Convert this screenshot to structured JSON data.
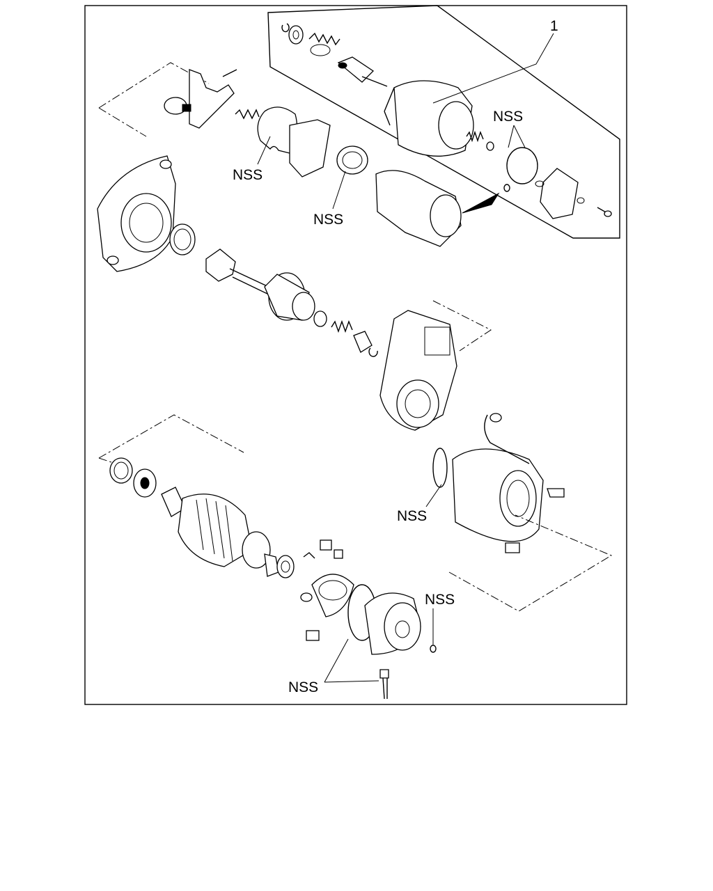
{
  "labels": {
    "item_number": "1",
    "nss_1": "NSS",
    "nss_2": "NSS",
    "nss_3": "NSS",
    "nss_4": "NSS",
    "nss_5": "NSS",
    "nss_6": "NSS"
  }
}
